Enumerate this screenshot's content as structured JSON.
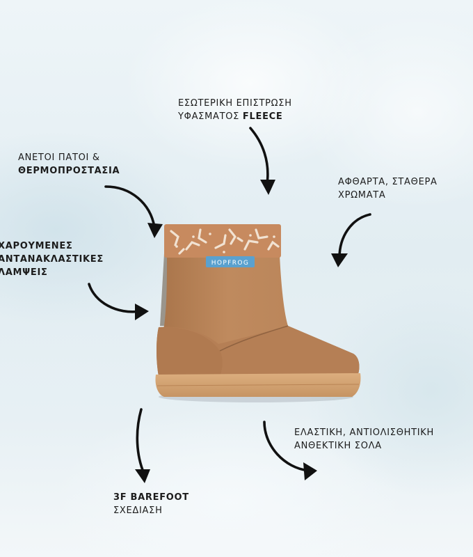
{
  "labels": {
    "lining": {
      "line1": "ΕΣΩΤΕΡΙΚΗ ΕΠΙΣΤΡΩΣΗ",
      "line2_prefix": "ΥΦΑΣΜΑΤΟΣ ",
      "line2_bold": "FLEECE"
    },
    "insoles": {
      "line1": "ΑΝΕΤΟΙ ΠΑΤΟΙ &",
      "line2_bold": "ΘΕΡΜΟΠΡΟΣΤΑΣΙΑ"
    },
    "colors": {
      "line1": "ΑΦΘΑΡΤΑ, ΣΤΑΘΕΡΑ",
      "line2": "ΧΡΩΜΑΤΑ"
    },
    "reflective": {
      "line1": "ΧΑΡΟΥΜΕΝΕΣ",
      "line2": "ΑΝΤΑΝΑΚΛΑΣΤΙΚΕΣ",
      "line3": "ΛΑΜΨΕΙΣ"
    },
    "sole": {
      "line1": "ΕΛΑΣΤΙΚΗ, ΑΝΤΙΟΛΙΣΘΗΤΙΚΗ",
      "line2": "ΑΝΘΕΚΤΙΚΗ ΣΟΛΑ"
    },
    "barefoot": {
      "line1_bold": "3F BAREFOOT",
      "line2": "ΣΧΕΔΙΑΣΗ"
    }
  },
  "product": {
    "brand_tag": "HOPFROG",
    "colors": {
      "leather": "#b9855a",
      "leather_dark": "#9c6c44",
      "cuff": "#c78a5f",
      "sole": "#d3a373",
      "tag": "#5aa1cf",
      "reflective_strip": "#9a958c"
    }
  },
  "icons": [
    "arrow-lining",
    "arrow-insoles",
    "arrow-colors",
    "arrow-reflective",
    "arrow-sole",
    "arrow-barefoot"
  ]
}
